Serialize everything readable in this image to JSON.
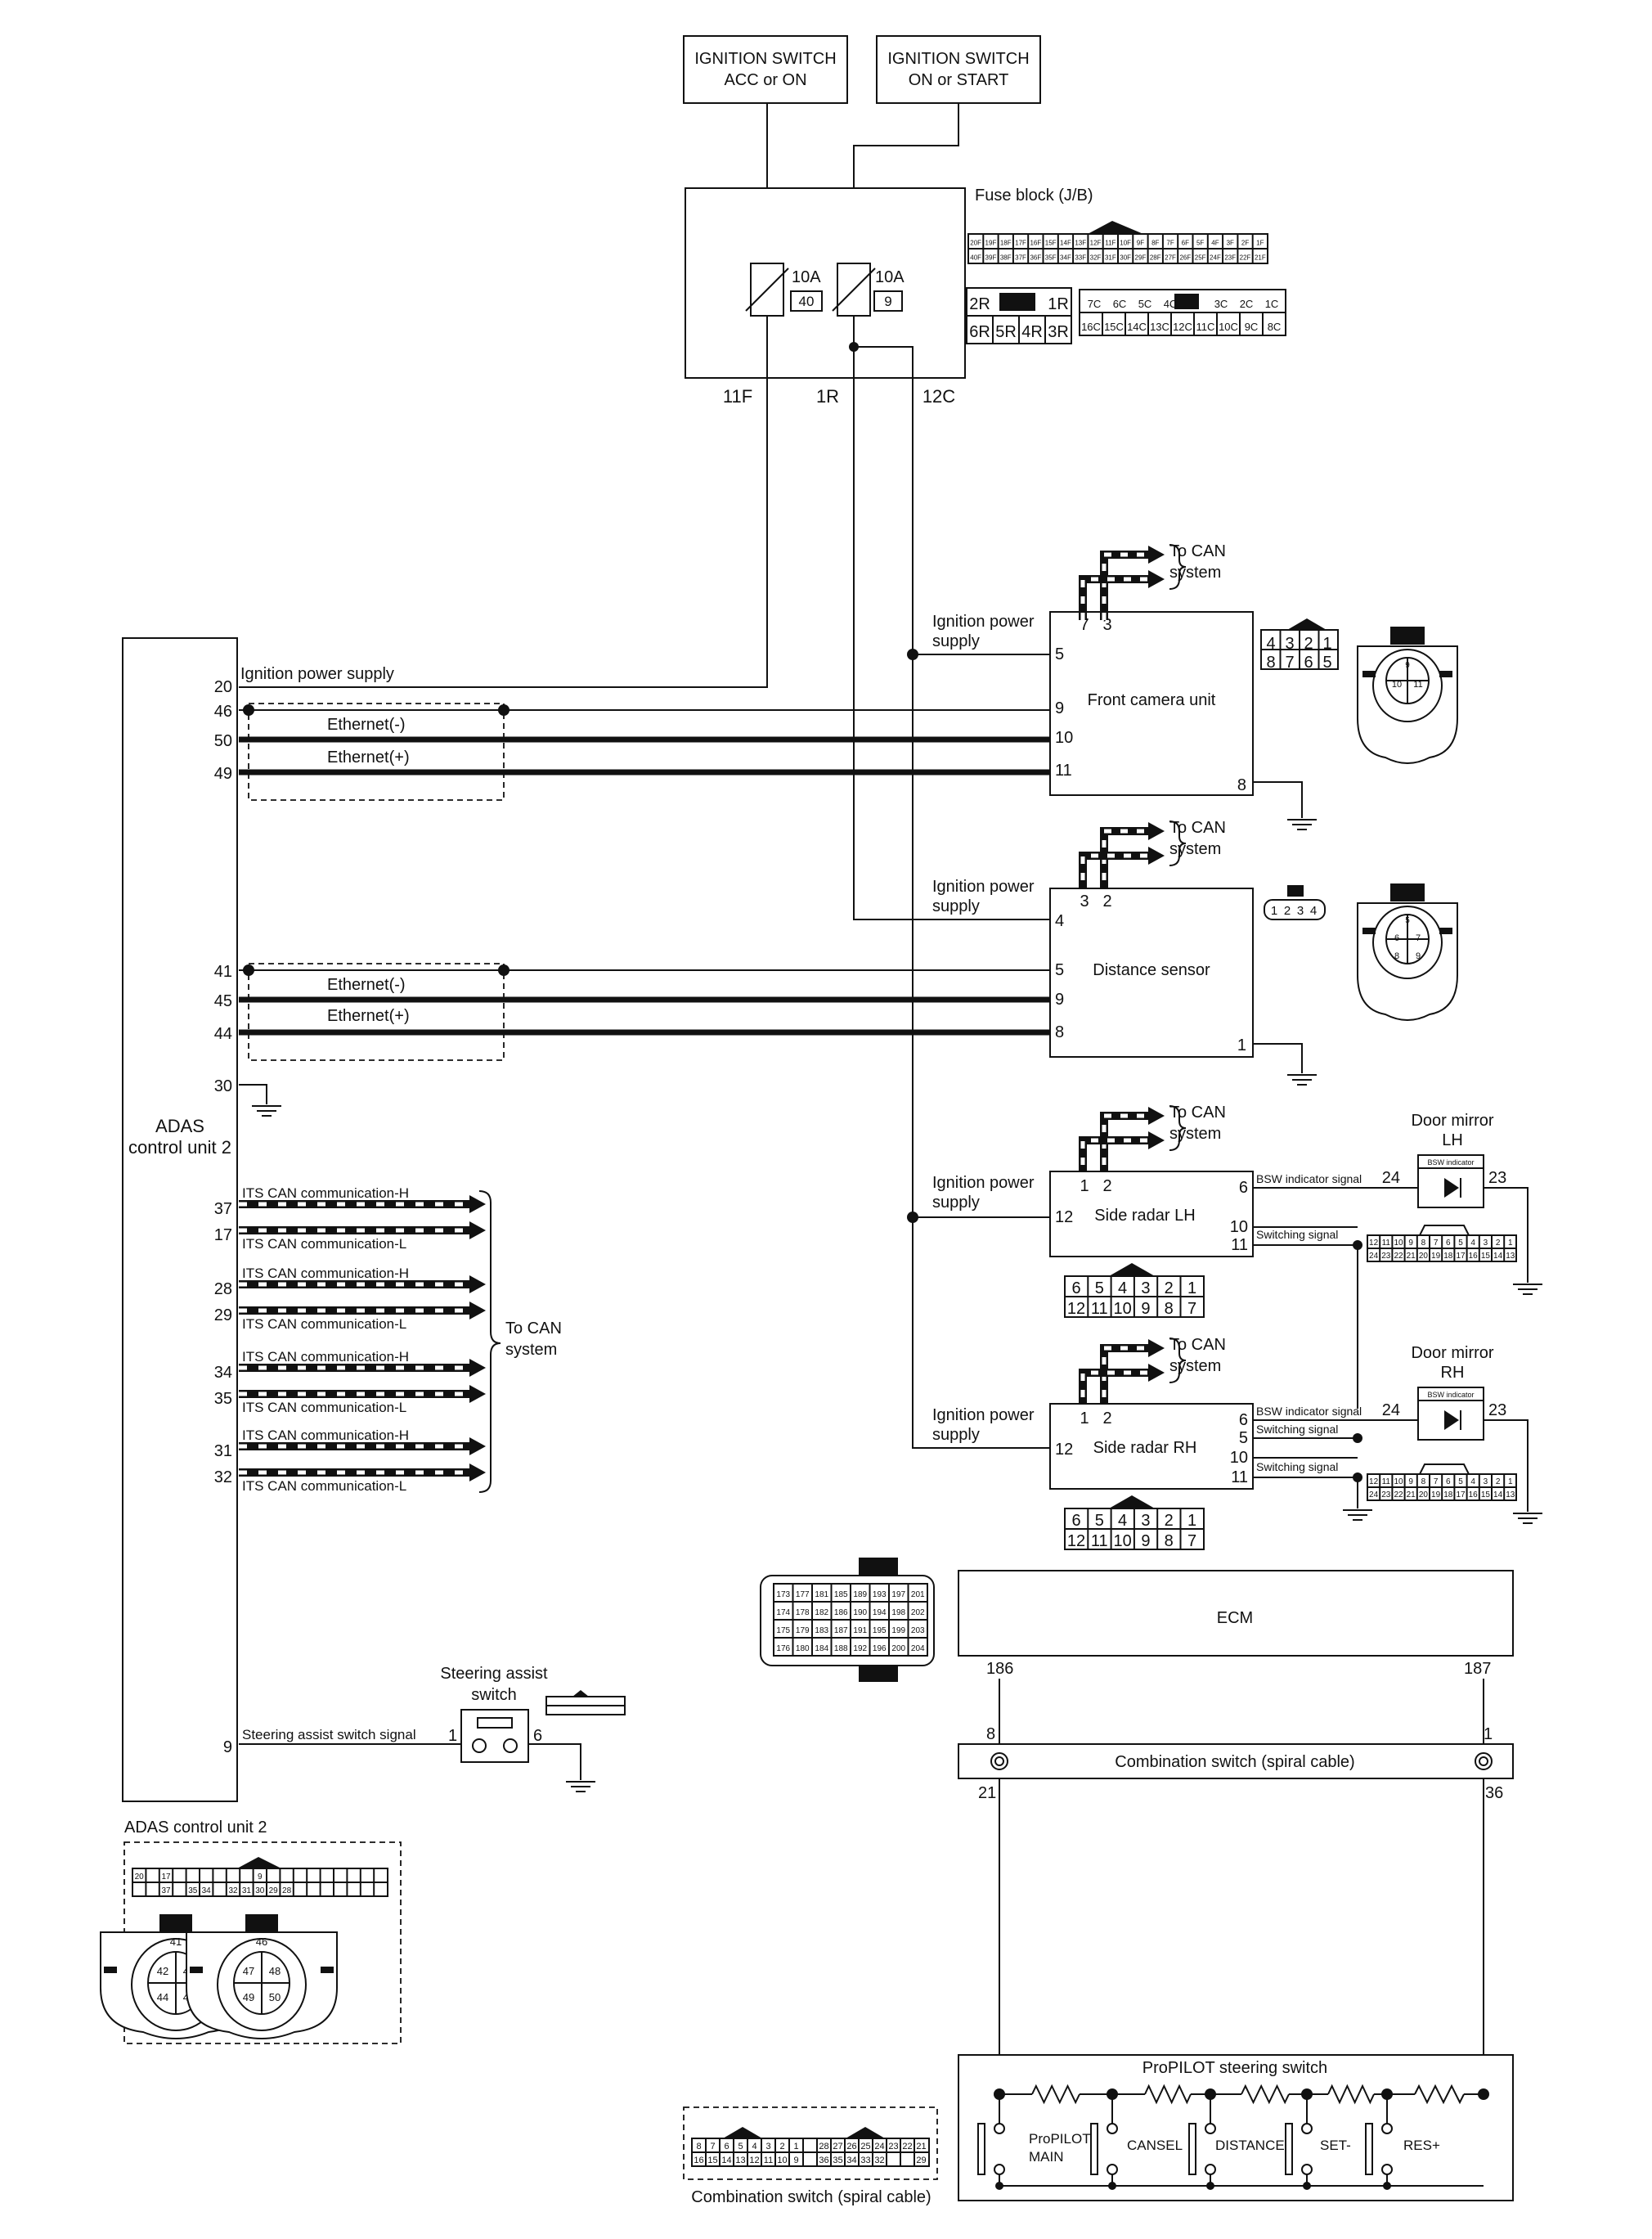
{
  "title": "",
  "ignition_acc": {
    "line1": "IGNITION SWITCH",
    "line2": "ACC or ON"
  },
  "ignition_on": {
    "line1": "IGNITION SWITCH",
    "line2": "ON or START"
  },
  "fuse_block": {
    "label": "Fuse block (J/B)",
    "fuse_left_rating": "10A",
    "fuse_left_no": "40",
    "fuse_right_rating": "10A",
    "fuse_right_no": "9",
    "out_left": "11F",
    "out_mid": "1R",
    "out_right": "12C",
    "conn_top_row1": [
      "20F",
      "19F",
      "18F",
      "17F",
      "16F",
      "15F",
      "14F",
      "13F",
      "12F",
      "11F",
      "10F",
      "9F",
      "8F",
      "7F",
      "6F",
      "5F",
      "4F",
      "3F",
      "2F",
      "1F"
    ],
    "conn_top_row2": [
      "40F",
      "39F",
      "38F",
      "37F",
      "36F",
      "35F",
      "34F",
      "33F",
      "32F",
      "31F",
      "30F",
      "29F",
      "28F",
      "27F",
      "26F",
      "25F",
      "24F",
      "23F",
      "22F",
      "21F"
    ],
    "r_row1": [
      "2R",
      "",
      "1R"
    ],
    "r_row2": [
      "6R",
      "5R",
      "4R",
      "3R"
    ],
    "c_row1": [
      "7C",
      "6C",
      "5C",
      "4C",
      "",
      "3C",
      "2C",
      "1C"
    ],
    "c_row2": [
      "16C",
      "15C",
      "14C",
      "13C",
      "12C",
      "11C",
      "10C",
      "9C",
      "8C"
    ]
  },
  "adas": {
    "label_line1": "ADAS",
    "label_line2": "control unit 2",
    "ign_label": "Ignition power supply",
    "pins": {
      "p20": "20",
      "p46": "46",
      "p50": "50",
      "p49": "49",
      "p41": "41",
      "p45": "45",
      "p44": "44",
      "p30": "30",
      "p37": "37",
      "p17": "17",
      "p28": "28",
      "p29": "29",
      "p34": "34",
      "p35": "35",
      "p31": "31",
      "p32": "32",
      "p9": "9"
    },
    "eth_minus": "Ethernet(-)",
    "eth_plus": "Ethernet(+)",
    "can_h": "ITS CAN communication-H",
    "can_l": "ITS CAN communication-L",
    "to_can_line1": "To CAN",
    "to_can_line2": "system",
    "steer_sig": "Steering assist switch signal",
    "conn_label": "ADAS control unit 2",
    "conn_row1": [
      "20",
      "",
      "17",
      "",
      "",
      "",
      "",
      "",
      "",
      "9",
      "",
      "",
      "",
      "",
      "",
      "",
      "",
      "",
      ""
    ],
    "conn_row2": [
      "",
      "",
      "37",
      "",
      "35",
      "34",
      "",
      "32",
      "31",
      "30",
      "29",
      "28",
      "",
      "",
      "",
      "",
      "",
      "",
      ""
    ],
    "round1": [
      "41",
      "42",
      "43",
      "44",
      "45"
    ],
    "round2": [
      "46",
      "47",
      "48",
      "49",
      "50"
    ]
  },
  "front_camera": {
    "name": "Front camera unit",
    "ign_line1": "Ignition power",
    "ign_line2": "supply",
    "can_line1": "To CAN",
    "can_line2": "system",
    "pins": {
      "p7": "7",
      "p3": "3",
      "p5": "5",
      "p9": "9",
      "p10": "10",
      "p11": "11",
      "p8": "8"
    },
    "conn_row1": [
      "4",
      "3",
      "2",
      "1"
    ],
    "conn_row2": [
      "8",
      "7",
      "6",
      "5"
    ],
    "round": [
      "9",
      "10",
      "11"
    ]
  },
  "distance_sensor": {
    "name": "Distance sensor",
    "ign_line1": "Ignition power",
    "ign_line2": "supply",
    "can_line1": "To CAN",
    "can_line2": "system",
    "pins": {
      "p3": "3",
      "p2": "2",
      "p4": "4",
      "p5": "5",
      "p9": "9",
      "p8": "8",
      "p1": "1"
    },
    "conn": [
      "1",
      "2",
      "3",
      "4"
    ],
    "round": [
      "5",
      "6",
      "7",
      "8",
      "9"
    ]
  },
  "side_radar_lh": {
    "name": "Side radar LH",
    "ign_line1": "Ignition power",
    "ign_line2": "supply",
    "can_line1": "To CAN",
    "can_line2": "system",
    "pins": {
      "p1": "1",
      "p2": "2",
      "p12": "12",
      "p6": "6",
      "p10": "10",
      "p11": "11"
    },
    "bsw": "BSW indicator signal",
    "sw": "Switching signal",
    "conn_row1": [
      "6",
      "5",
      "4",
      "3",
      "2",
      "1"
    ],
    "conn_row2": [
      "12",
      "11",
      "10",
      "9",
      "8",
      "7"
    ]
  },
  "side_radar_rh": {
    "name": "Side radar RH",
    "ign_line1": "Ignition power",
    "ign_line2": "supply",
    "can_line1": "To CAN",
    "can_line2": "system",
    "pins": {
      "p1": "1",
      "p2": "2",
      "p12": "12",
      "p6": "6",
      "p5": "5",
      "p10": "10",
      "p11": "11"
    },
    "bsw": "BSW indicator signal",
    "sw": "Switching signal",
    "conn_row1": [
      "6",
      "5",
      "4",
      "3",
      "2",
      "1"
    ],
    "conn_row2": [
      "12",
      "11",
      "10",
      "9",
      "8",
      "7"
    ]
  },
  "mirror_lh": {
    "line1": "Door mirror",
    "line2": "LH",
    "ind": "BSW indicator",
    "p24": "24",
    "p23": "23"
  },
  "mirror_rh": {
    "line1": "Door mirror",
    "line2": "RH",
    "ind": "BSW indicator",
    "p24": "24",
    "p23": "23"
  },
  "mirror_conn_row1": [
    "12",
    "11",
    "10",
    "9",
    "8",
    "7",
    "6",
    "5",
    "4",
    "3",
    "2",
    "1"
  ],
  "mirror_conn_row2": [
    "24",
    "23",
    "22",
    "21",
    "20",
    "19",
    "18",
    "17",
    "16",
    "15",
    "14",
    "13"
  ],
  "steering_assist": {
    "line1": "Steering assist",
    "line2": "switch",
    "p1": "1",
    "p6": "6"
  },
  "ecm": {
    "name": "ECM",
    "p186": "186",
    "p187": "187",
    "conn": [
      [
        "173",
        "177",
        "181",
        "185",
        "189",
        "193",
        "197",
        "201"
      ],
      [
        "174",
        "178",
        "182",
        "186",
        "190",
        "194",
        "198",
        "202"
      ],
      [
        "175",
        "179",
        "183",
        "187",
        "191",
        "195",
        "199",
        "203"
      ],
      [
        "176",
        "180",
        "184",
        "188",
        "192",
        "196",
        "200",
        "204"
      ]
    ]
  },
  "combo_switch": {
    "name": "Combination switch (spiral cable)",
    "p8": "8",
    "p1": "1",
    "p21": "21",
    "p36": "36",
    "conn_label": "Combination switch (spiral cable)",
    "conn_row1": [
      "8",
      "7",
      "6",
      "5",
      "4",
      "3",
      "2",
      "1",
      "",
      "28",
      "27",
      "26",
      "25",
      "24",
      "23",
      "22",
      "21"
    ],
    "conn_row2": [
      "16",
      "15",
      "14",
      "13",
      "12",
      "11",
      "10",
      "9",
      "",
      "36",
      "35",
      "34",
      "33",
      "32",
      "",
      "",
      "29"
    ]
  },
  "propilot": {
    "name": "ProPILOT steering switch",
    "main1": "ProPILOT",
    "main2": "MAIN",
    "cansel": "CANSEL",
    "distance": "DISTANCE",
    "set": "SET-",
    "res": "RES+"
  }
}
